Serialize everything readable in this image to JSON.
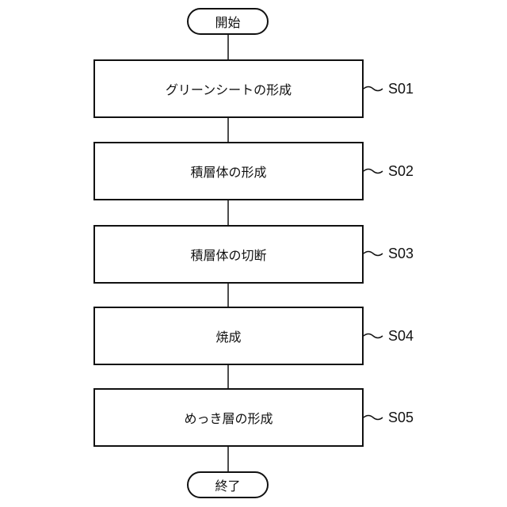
{
  "flowchart": {
    "start": "開始",
    "end": "終了",
    "steps": [
      {
        "label": "グリーンシートの形成",
        "code": "S01"
      },
      {
        "label": "積層体の形成",
        "code": "S02"
      },
      {
        "label": "積層体の切断",
        "code": "S03"
      },
      {
        "label": "焼成",
        "code": "S04"
      },
      {
        "label": "めっき層の形成",
        "code": "S05"
      }
    ]
  }
}
